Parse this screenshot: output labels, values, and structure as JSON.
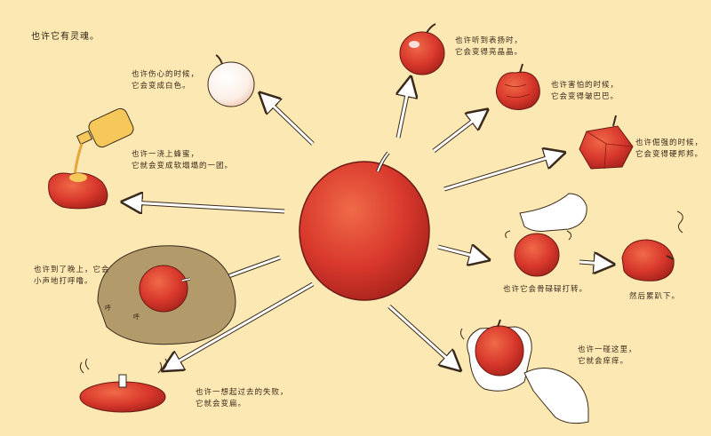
{
  "title": "也许它有灵魂。",
  "captions": {
    "sad": [
      "也许伤心的时候，",
      "它会变成白色。"
    ],
    "honey": [
      "也许一浇上蜂蜜，",
      "它就会变成软塌塌的一团。"
    ],
    "night": [
      "也许到了晚上，它会",
      "小声地打呼噜。"
    ],
    "forgot": [
      "也许一想起过去的失败，",
      "它就会变扁。"
    ],
    "shiny": [
      "也许听到表扬时，",
      "它会变得亮晶晶。"
    ],
    "scared": [
      "也许害怕的时候，",
      "它会变得皱巴巴。"
    ],
    "stubborn": [
      "也许倔强的时候，",
      "它会变得硬邦邦。"
    ],
    "spin": [
      "也许它会骨碌碌打转。"
    ],
    "fall": [
      "然后累趴下。"
    ],
    "tickle": [
      "也许一碰这里，",
      "它就会痒痒。"
    ]
  },
  "snore": [
    "呼",
    "呼"
  ],
  "colors": {
    "background": "#fbe8b2",
    "apple_red": "#d8382c",
    "arrow_fill": "#ffffff",
    "shadow_area": "#b39a6a"
  }
}
